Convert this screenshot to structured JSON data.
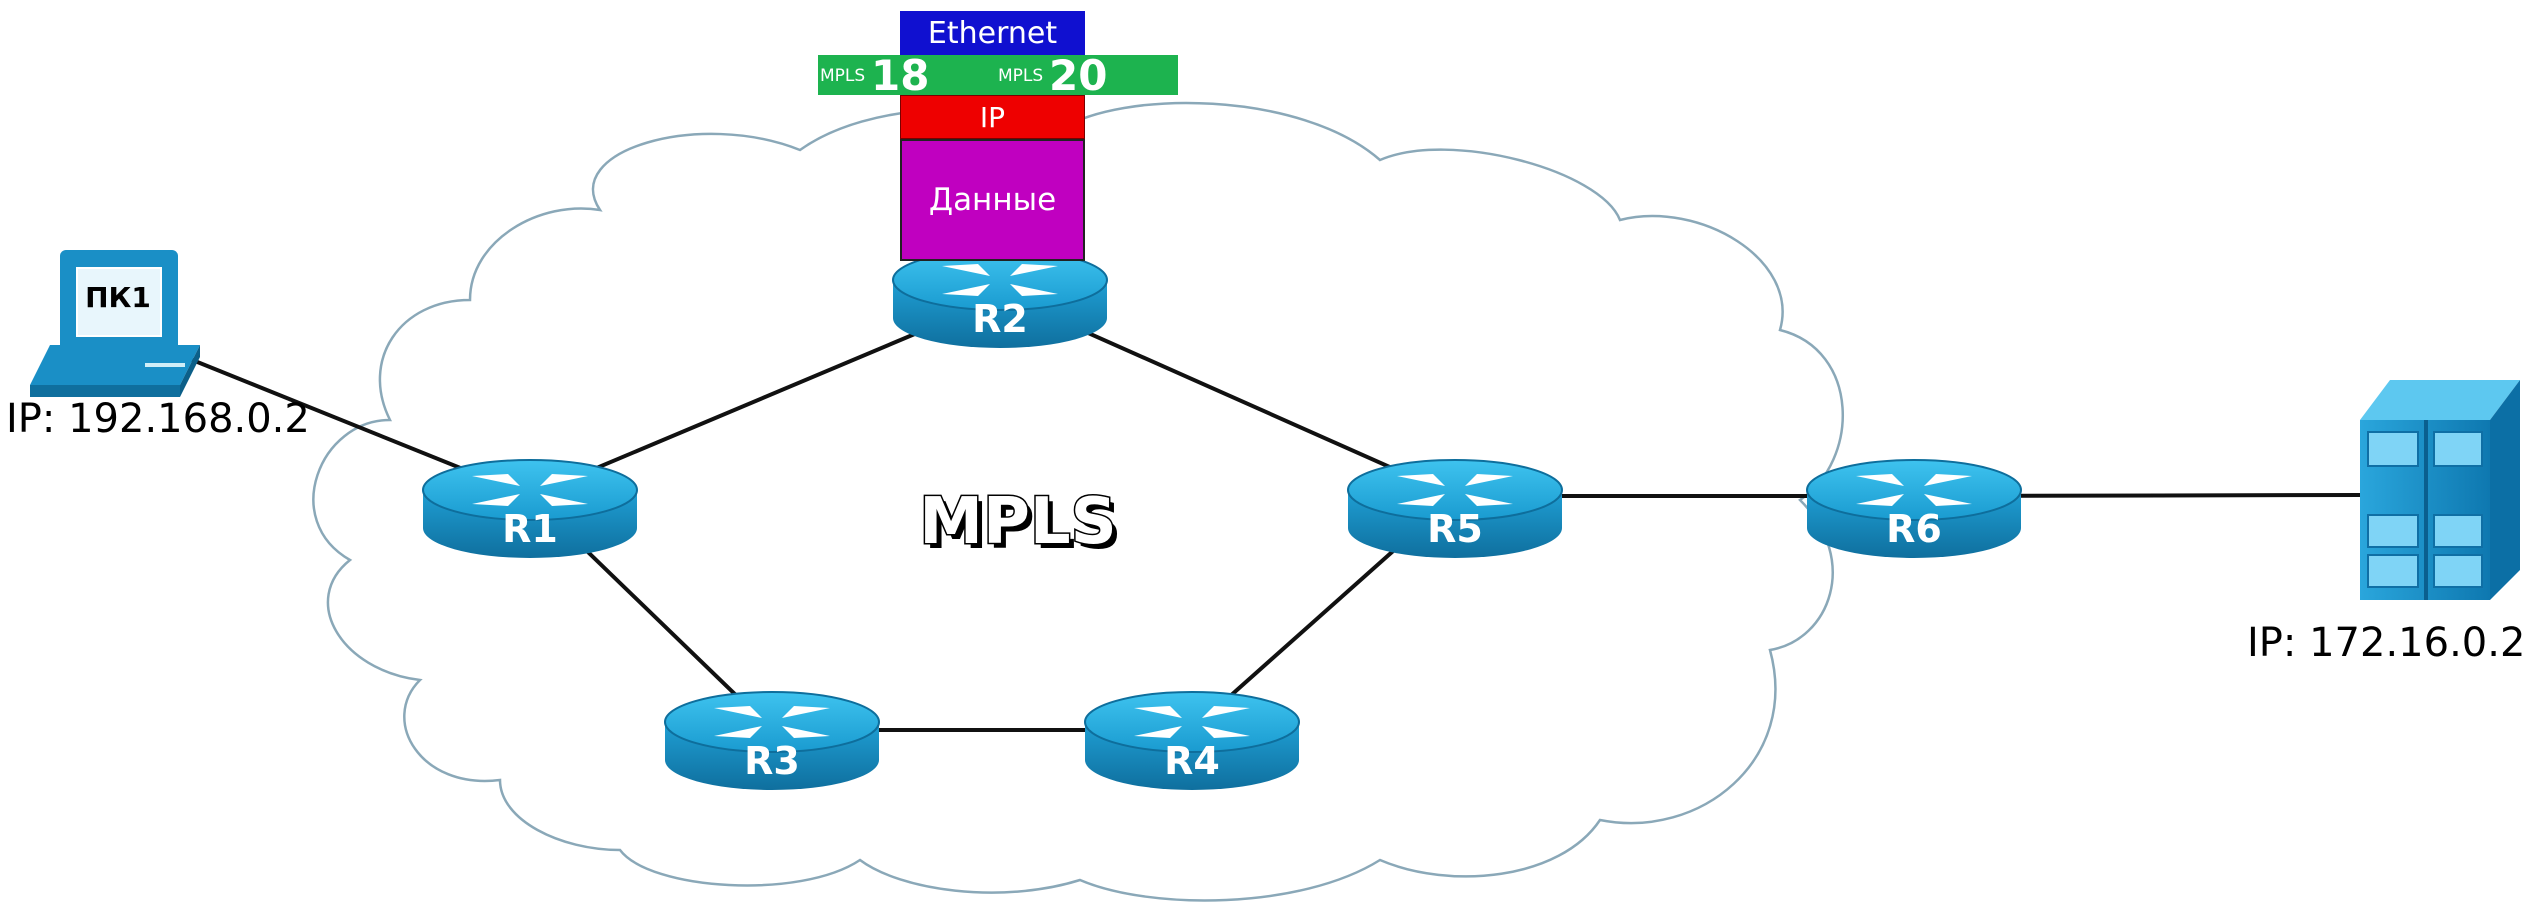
{
  "cloud_label": "MPLS",
  "pc": {
    "name": "ПК1",
    "ip": "IP: 192.168.0.2"
  },
  "server": {
    "ip": "IP: 172.16.0.2"
  },
  "routers": [
    {
      "id": "R1",
      "label": "R1"
    },
    {
      "id": "R2",
      "label": "R2"
    },
    {
      "id": "R3",
      "label": "R3"
    },
    {
      "id": "R4",
      "label": "R4"
    },
    {
      "id": "R5",
      "label": "R5"
    },
    {
      "id": "R6",
      "label": "R6"
    }
  ],
  "links": [
    [
      "PC",
      "R1"
    ],
    [
      "R1",
      "R2"
    ],
    [
      "R1",
      "R3"
    ],
    [
      "R3",
      "R4"
    ],
    [
      "R4",
      "R5"
    ],
    [
      "R2",
      "R5"
    ],
    [
      "R5",
      "R6"
    ],
    [
      "R6",
      "SERVER"
    ]
  ],
  "packet": {
    "ethernet": "Ethernet",
    "mpls_small_1": "MPLS",
    "mpls_label_1": "18",
    "mpls_small_2": "MPLS",
    "mpls_label_2": "20",
    "ip": "IP",
    "data": "Данные"
  },
  "colors": {
    "router": "#1a9bd0",
    "ethernet": "#1010d0",
    "mpls": "#1db34f",
    "ip": "#ee0000",
    "data": "#c000c0",
    "cloud_stroke": "#8aa8b8"
  }
}
